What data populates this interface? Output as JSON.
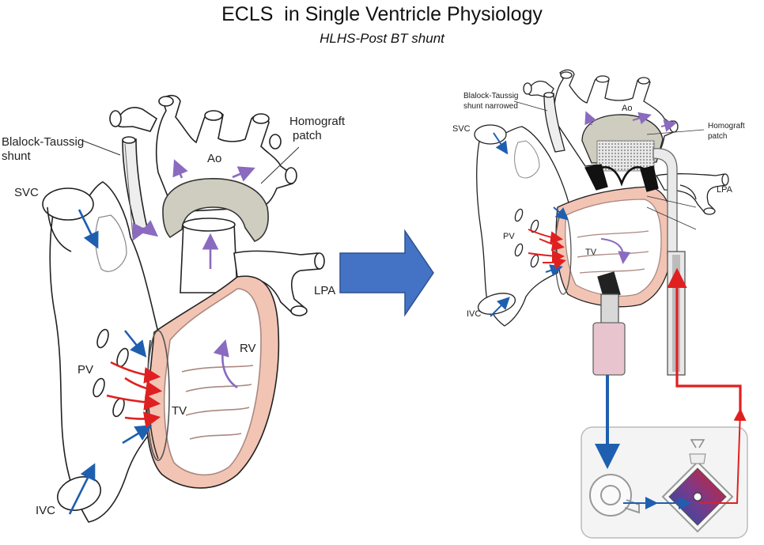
{
  "title": "ECLS  in Single Ventricle Physiology",
  "subtitle": "HLHS-Post BT shunt",
  "left_diagram": {
    "labels": {
      "bt_shunt_line1": "Blalock-Taussig",
      "bt_shunt_line2": "shunt",
      "homograft_line1": "Homograft",
      "homograft_line2": "patch",
      "ao": "Ao",
      "svc": "SVC",
      "lpa": "LPA",
      "rv": "RV",
      "pv": "PV",
      "tv": "TV",
      "ivc": "IVC"
    }
  },
  "right_diagram": {
    "labels": {
      "bt_shunt_line1": "Blalock-Taussig",
      "bt_shunt_line2": "shunt narrowed",
      "homograft_line1": "Homograft",
      "homograft_line2": "patch",
      "ao": "Ao",
      "svc": "SVC",
      "lpa": "LPA",
      "pv": "PV",
      "tv": "TV",
      "ivc": "IVC"
    }
  },
  "colors": {
    "arrow_blue": "#4472c4",
    "oxygenated_red": "#e02020",
    "venous_blue": "#1f5fb0",
    "flow_purple": "#8a6bc0",
    "patch_gray": "#cfcdbf",
    "myocardium_pink": "#f2c4b4",
    "cannula_pink": "#e8c4cf"
  }
}
